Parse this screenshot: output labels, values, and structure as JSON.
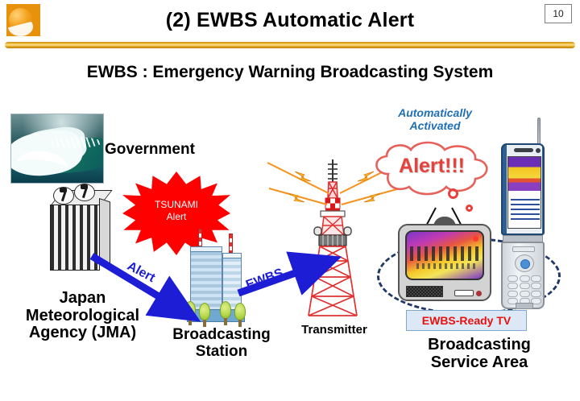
{
  "header": {
    "title": "(2) EWBS Automatic Alert",
    "page_number": "10",
    "logo_icon": "orange-sphere-logo-icon",
    "rule_color": "#E2A721"
  },
  "subtitle": "EWBS : Emergency Warning Broadcasting System",
  "diagram": {
    "tsunami_photo": {
      "icon": "tsunami-wave-photo",
      "alt": "Tsunami wave photograph"
    },
    "government": {
      "label": "Government",
      "building_icon": "government-building-with-satellite-dishes-icon"
    },
    "jma": {
      "label_line1": "Japan",
      "label_line2": "Meteorological",
      "label_line3": "Agency (JMA)"
    },
    "starburst": {
      "line1": "TSUNAMI",
      "line2": "Alert",
      "fill_color": "#FF0000",
      "glow_color": "#FFD400",
      "text_color": "#FFFFFF"
    },
    "arrow_alert": {
      "label": "Alert",
      "color": "#1D1DD6"
    },
    "arrow_ewbs": {
      "label": "EWBS",
      "color": "#1D1DD6"
    },
    "station": {
      "label_line1": "Broadcasting",
      "label_line2": "Station",
      "building_icon": "broadcast-station-building-icon"
    },
    "transmitter": {
      "label": "Transmitter",
      "tower_icon": "transmitter-tower-icon",
      "wave_color": "#F5921E"
    },
    "cloud": {
      "alert_text": "Alert!!!",
      "alert_color": "#E8403A",
      "auto_line1": "Automatically",
      "auto_line2": "Activated",
      "auto_color": "#1F6FB5"
    },
    "service_area": {
      "label_line1": "Broadcasting",
      "label_line2": "Service Area",
      "ellipse_color": "#1F3864"
    },
    "tv": {
      "badge": "EWBS-Ready TV",
      "badge_text_color": "#E8110F",
      "badge_bg_color": "#DCE8F5",
      "icon": "crt-television-icon"
    },
    "phone": {
      "icon": "mobile-flip-phone-icon"
    }
  }
}
